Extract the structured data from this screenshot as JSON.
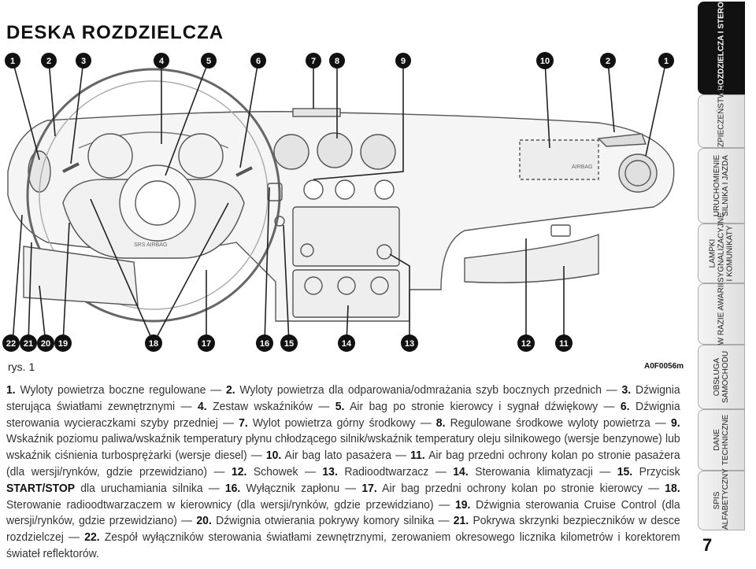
{
  "page": {
    "title": "DESKA ROZDZIELCZA",
    "number": "7",
    "figure_id": "A0F0056m",
    "figure_caption": "rys. 1"
  },
  "figure": {
    "callouts_top": [
      "1",
      "2",
      "3",
      "4",
      "5",
      "6",
      "7",
      "8",
      "9",
      "10",
      "2",
      "1"
    ],
    "callouts_bottom": [
      "22",
      "21",
      "20",
      "19",
      "18",
      "17",
      "16",
      "15",
      "14",
      "13",
      "12",
      "11"
    ],
    "airbag_label": "AIRBAG",
    "steering_label": "SRS AIRBAG"
  },
  "legend": [
    {
      "n": "1.",
      "t": " Wyloty powietrza boczne regulowane — "
    },
    {
      "n": "2.",
      "t": " Wyloty powietrza dla odparowania/odmrażania szyb bocznych przednich — "
    },
    {
      "n": "3.",
      "t": " Dźwignia sterująca światłami zewnętrznymi — "
    },
    {
      "n": "4.",
      "t": " Zestaw wskaźników — "
    },
    {
      "n": "5.",
      "t": " Air bag po stronie kierowcy i sygnał dźwiękowy — "
    },
    {
      "n": "6.",
      "t": " Dźwignia sterowania wycieraczkami szyby przedniej — "
    },
    {
      "n": "7.",
      "t": " Wylot powietrza górny środkowy — "
    },
    {
      "n": "8.",
      "t": " Regulowane środkowe wyloty powietrza — "
    },
    {
      "n": "9.",
      "t": " Wskaźnik poziomu paliwa/wskaźnik temperatury płynu chłodzącego silnik/wskaźnik temperatury oleju silnikowego (wersje benzynowe) lub wskaźnik ciśnienia turbosprężarki (wersje diesel) — "
    },
    {
      "n": "10.",
      "t": " Air bag lato pasażera — "
    },
    {
      "n": "11.",
      "t": " Air bag przedni ochrony kolan po stronie pasażera (dla wersji/rynków, gdzie przewidziano) — "
    },
    {
      "n": "12.",
      "t": " Schowek — "
    },
    {
      "n": "13.",
      "t": " Radioodtwarzacz — "
    },
    {
      "n": "14.",
      "t": " Sterowania klimatyzacji — "
    },
    {
      "n": "15.",
      "t": " Przycisk "
    },
    {
      "n": "16.",
      "t": " Wyłącznik zapłonu — "
    },
    {
      "n": "17.",
      "t": " Air bag przedni ochrony kolan po stronie kierowcy — "
    },
    {
      "n": "18.",
      "t": " Sterowanie radioodtwarzaczem w kierownicy (dla wersji/rynków, gdzie przewidziano) — "
    },
    {
      "n": "19.",
      "t": " Dźwignia sterowania Cruise Control (dla wersji/rynków, gdzie przewidziano) — "
    },
    {
      "n": "20.",
      "t": " Dźwignia otwierania pokrywy komory silnika — "
    },
    {
      "n": "21.",
      "t": " Pokrywa skrzynki bezpieczników w desce rozdzielczej — "
    },
    {
      "n": "22.",
      "t": " Zespół wyłączników sterowania światłami zewnętrznymi, zerowaniem okresowego licznika kilometrów i korektorem świateł reflektorów."
    }
  ],
  "legend_extra": {
    "start_stop": "START/STOP",
    "start_stop_tail": " dla uruchamiania silnika — "
  },
  "sidebar": {
    "tabs": [
      "DESKA ROZDZIELCZA I STEROWANIE",
      "BEZPIECZEŃSTWO",
      "URUCHOMIENIE SILNIKA I JAZDA",
      "LAMPKI SYGNALIZACYJNE I KOMUNIKATY",
      "W RAZIE AWARII",
      "OBSŁUGA SAMOCHODU",
      "DANE TECHNICZNE",
      "SPIS ALFABETYCZNY"
    ]
  }
}
